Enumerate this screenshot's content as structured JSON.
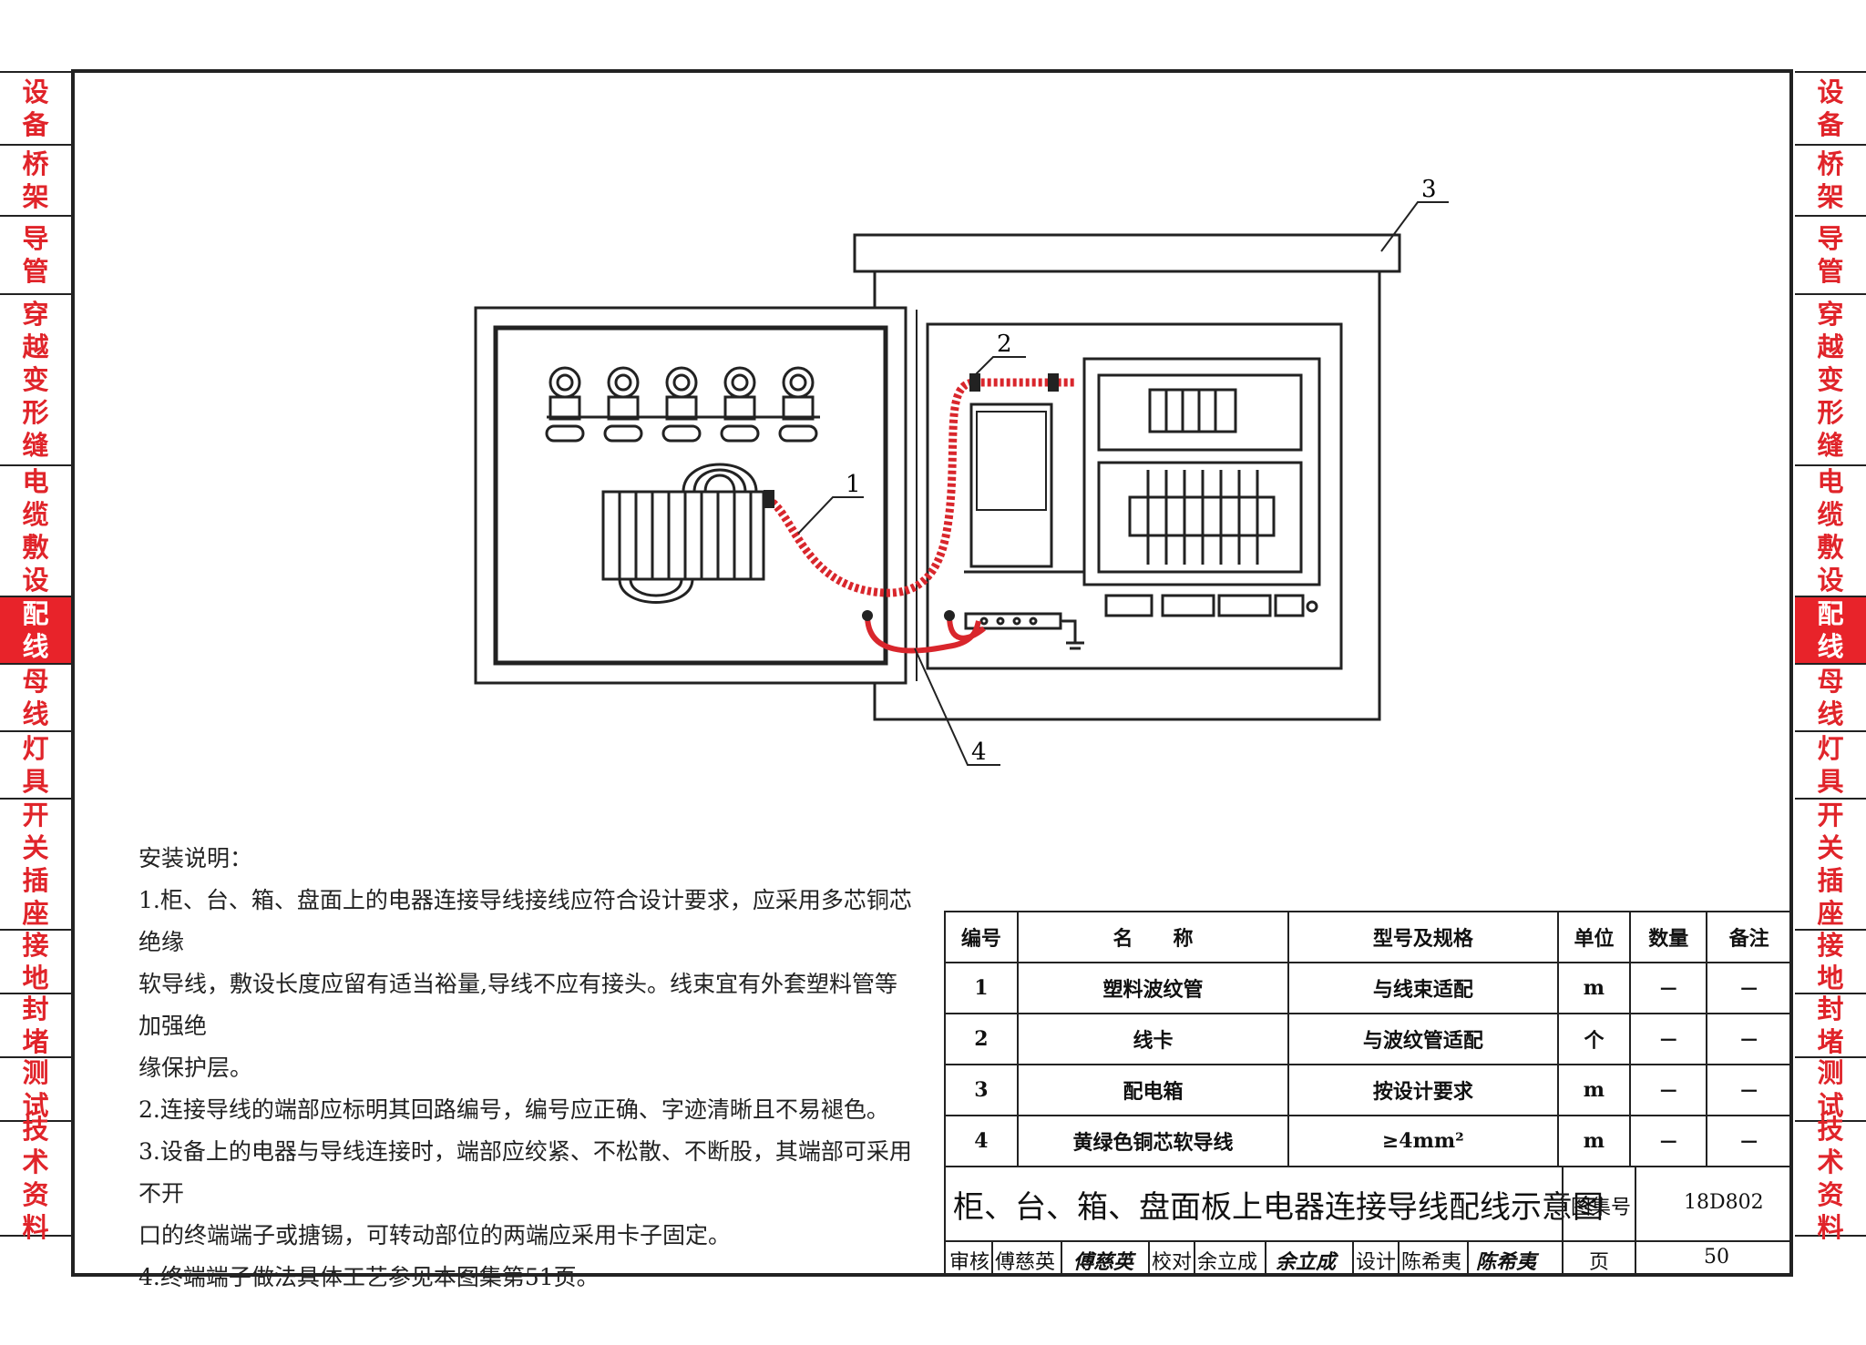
{
  "side_tabs": [
    {
      "label": "设备",
      "active": false
    },
    {
      "label": "桥架",
      "active": false
    },
    {
      "label": "导管",
      "active": false
    },
    {
      "label": "穿越变形缝",
      "active": false
    },
    {
      "label": "电缆敷设",
      "active": false
    },
    {
      "label": "配线",
      "active": true
    },
    {
      "label": "母线",
      "active": false
    },
    {
      "label": "灯具",
      "active": false
    },
    {
      "label": "开关插座",
      "active": false
    },
    {
      "label": "接地",
      "active": false
    },
    {
      "label": "封堵",
      "active": false
    },
    {
      "label": "测试",
      "active": false
    },
    {
      "label": "技术资料",
      "active": false
    }
  ],
  "callouts": {
    "c1": "1",
    "c2": "2",
    "c3": "3",
    "c4": "4"
  },
  "notes": {
    "heading": "安装说明：",
    "items": [
      "1.柜、台、箱、盘面上的电器连接导线接线应符合设计要求，应采用多芯铜芯绝缘",
      "软导线，敷设长度应留有适当裕量,导线不应有接头。线束宜有外套塑料管等加强绝",
      "缘保护层。",
      "2.连接导线的端部应标明其回路编号，编号应正确、字迹清晰且不易褪色。",
      "3.设备上的电器与导线连接时，端部应绞紧、不松散、不断股，其端部可采用不开",
      "口的终端端子或搪锡，可转动部位的两端应采用卡子固定。",
      "4.终端端子做法具体工艺参见本图集第51页。"
    ]
  },
  "table": {
    "headers": [
      "编号",
      "名　　称",
      "型号及规格",
      "单位",
      "数量",
      "备注"
    ],
    "rows": [
      [
        "1",
        "塑料波纹管",
        "与线束适配",
        "m",
        "－",
        "－"
      ],
      [
        "2",
        "线卡",
        "与波纹管适配",
        "个",
        "－",
        "－"
      ],
      [
        "3",
        "配电箱",
        "按设计要求",
        "m",
        "－",
        "－"
      ],
      [
        "4",
        "黄绿色铜芯软导线",
        "≥4mm²",
        "m",
        "－",
        "－"
      ]
    ]
  },
  "title_block": {
    "title": "柜、台、箱、盘面板上电器连接导线配线示意图",
    "atlas_label": "图集号",
    "atlas_no": "18D802",
    "review_label": "审核",
    "reviewer": "傅慈英",
    "reviewer_sig": "傅慈英",
    "check_label": "校对",
    "checker": "余立成",
    "checker_sig": "余立成",
    "design_label": "设计",
    "designer": "陈希夷",
    "designer_sig": "陈希夷",
    "page_label": "页",
    "page_no": "50"
  },
  "colors": {
    "accent_red": "#e8232a",
    "line": "#222222",
    "conduit": "#d9262c"
  }
}
